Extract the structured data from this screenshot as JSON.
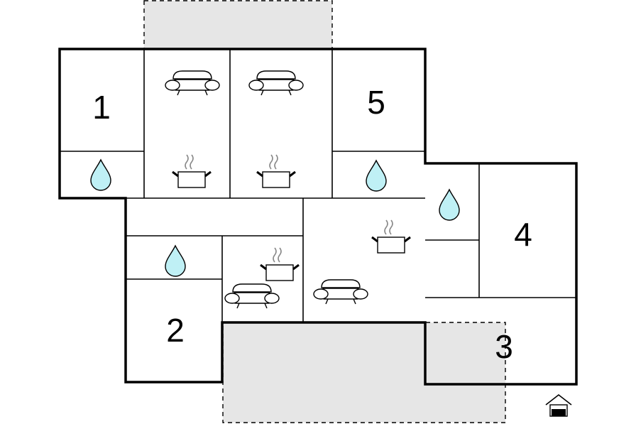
{
  "floor_plan": {
    "rooms": [
      {
        "id": "room-1",
        "label": "1"
      },
      {
        "id": "room-2",
        "label": "2"
      },
      {
        "id": "room-3",
        "label": "3"
      },
      {
        "id": "room-4",
        "label": "4"
      },
      {
        "id": "room-5",
        "label": "5"
      }
    ],
    "icons": {
      "bathroom": "water-drop-icon",
      "kitchen": "cooking-pot-icon",
      "living": "sofa-icon",
      "entrance": "house-entrance-icon"
    },
    "colors": {
      "water": "#bff0f5",
      "terrace": "#e6e6e6",
      "walls": "#000000"
    }
  }
}
